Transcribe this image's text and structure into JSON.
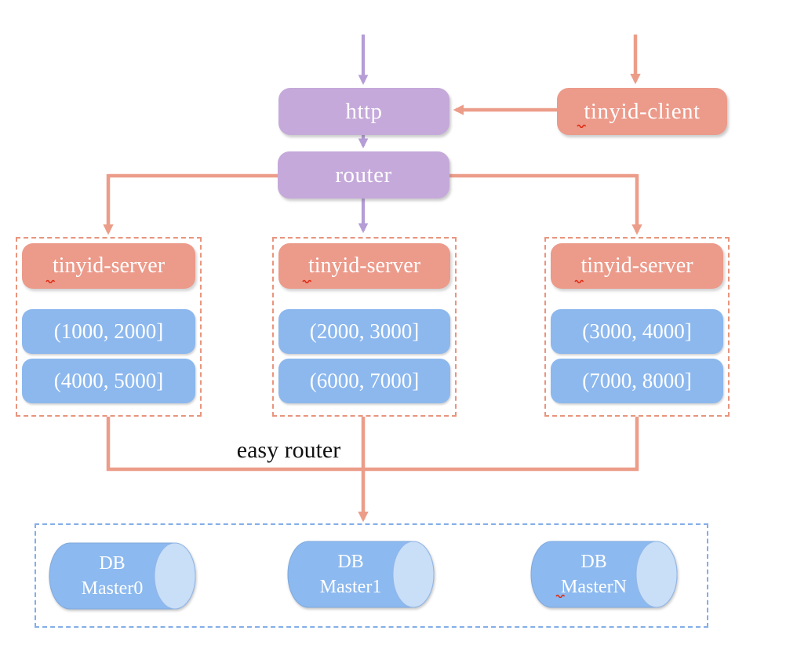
{
  "nodes": {
    "http": {
      "label": "http"
    },
    "router": {
      "label": "router"
    },
    "client": {
      "label": "tinyid-client"
    }
  },
  "servers": [
    {
      "label": "tinyid-server",
      "ranges": [
        "(1000, 2000]",
        "(4000, 5000]"
      ]
    },
    {
      "label": "tinyid-server",
      "ranges": [
        "(2000, 3000]",
        "(6000, 7000]"
      ]
    },
    {
      "label": "tinyid-server",
      "ranges": [
        "(3000, 4000]",
        "(7000, 8000]"
      ]
    }
  ],
  "databases": [
    {
      "line1": "DB",
      "line2": "Master0"
    },
    {
      "line1": "DB",
      "line2": "Master1"
    },
    {
      "line1": "DB",
      "line2": "MasterN"
    }
  ],
  "labels": {
    "easy_router": "easy router"
  },
  "icons": {
    "spellcheck_squiggle": "red-wavy-underline"
  },
  "colors": {
    "node_purple": "#c5a9da",
    "node_salmon": "#ec9a8a",
    "range_blue": "#8cb8ee",
    "cylinder_blue": "#8cb9ef",
    "cylinder_cap_blue": "#c9def7",
    "arrow_purple": "#b59dd6",
    "arrow_salmon": "#ec9d89",
    "group_border_salmon": "#e8957e",
    "db_border_blue": "#84aee8",
    "easy_router_text": "#111111",
    "squiggle_red": "#e02a12",
    "background": "#ffffff"
  }
}
